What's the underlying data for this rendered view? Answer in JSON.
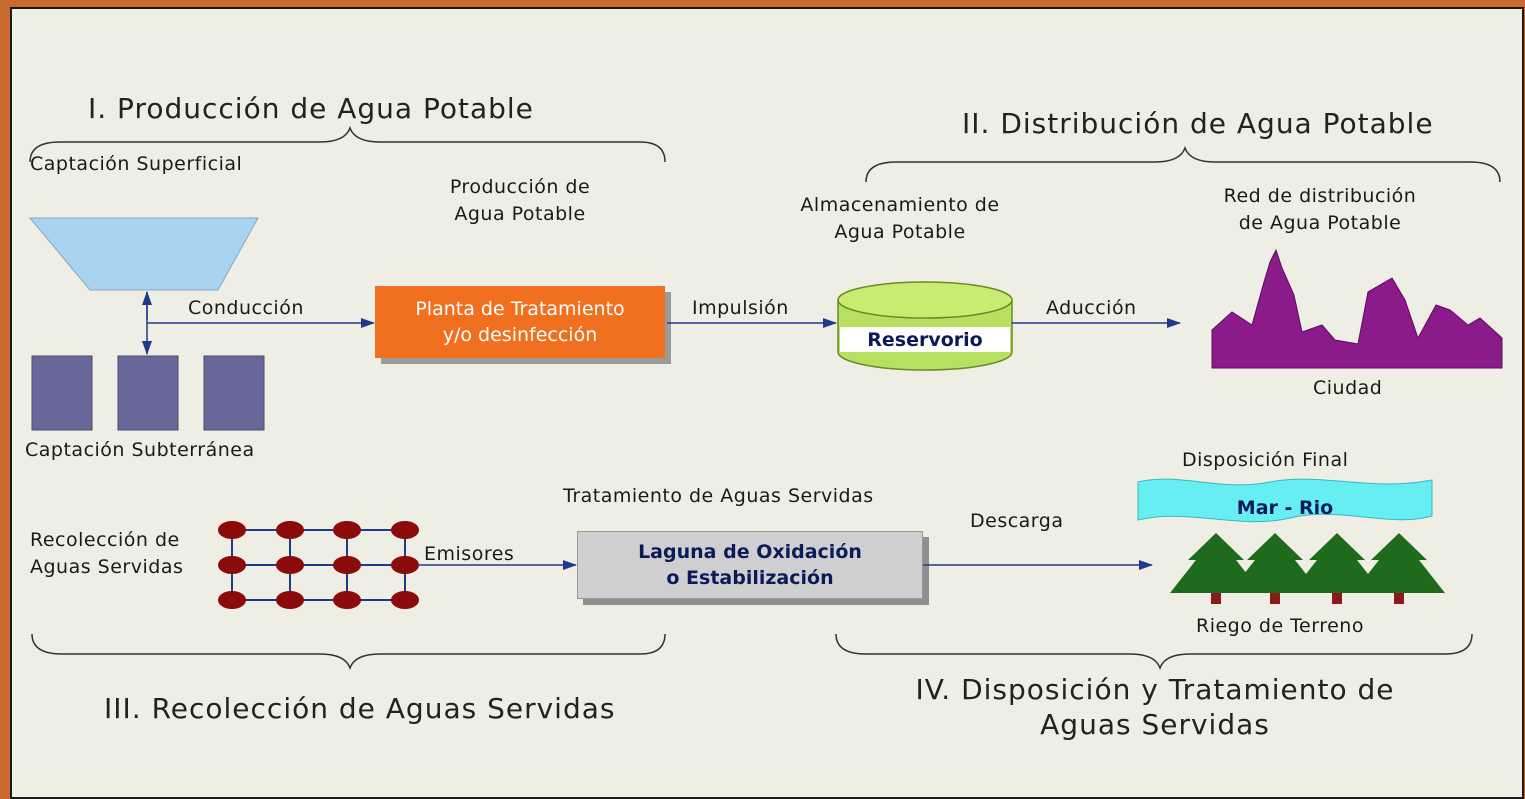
{
  "sections": {
    "produccion": "I. Producción de Agua Potable",
    "distribucion": "II. Distribución de Agua Potable",
    "recoleccion": "III. Recolección de Aguas Servidas",
    "disposicion_line1": "IV. Disposición y Tratamiento de",
    "disposicion_line2": "Aguas Servidas"
  },
  "labels": {
    "captacion_superficial": "Captación Superficial",
    "captacion_subterranea": "Captación Subterránea",
    "produccion_line1": "Producción de",
    "produccion_line2": "Agua Potable",
    "almacenamiento_line1": "Almacenamiento de",
    "almacenamiento_line2": "Agua Potable",
    "red_line1": "Red de distribución",
    "red_line2": "de Agua Potable",
    "ciudad": "Ciudad",
    "disposicion_final": "Disposición Final",
    "tratamiento": "Tratamiento de Aguas Servidas",
    "recoleccion_line1": "Recolección de",
    "recoleccion_line2": "Aguas Servidas",
    "riego": "Riego de Terreno"
  },
  "flows": {
    "conduccion": "Conducción",
    "impulsion": "Impulsión",
    "aduccion": "Aducción",
    "emisores": "Emisores",
    "descarga": "Descarga"
  },
  "nodes": {
    "planta_line1": "Planta de Tratamiento",
    "planta_line2": "y/o desinfección",
    "reservorio": "Reservorio",
    "laguna_line1": "Laguna de Oxidación",
    "laguna_line2": "o Estabilización",
    "mar_rio": "Mar - Rio"
  },
  "colors": {
    "planta": "#f07020",
    "reservorio": "#b8e060",
    "captacion_superficial": "#a9d3ee",
    "pozos": "#676899",
    "ciudad": "#8b1a8b",
    "laguna": "#cfcfcf",
    "mar_rio": "#66eef2",
    "red_nodes": "#8b0a0a",
    "trees": "#1e6b1e",
    "trunks": "#8b1a1a"
  }
}
